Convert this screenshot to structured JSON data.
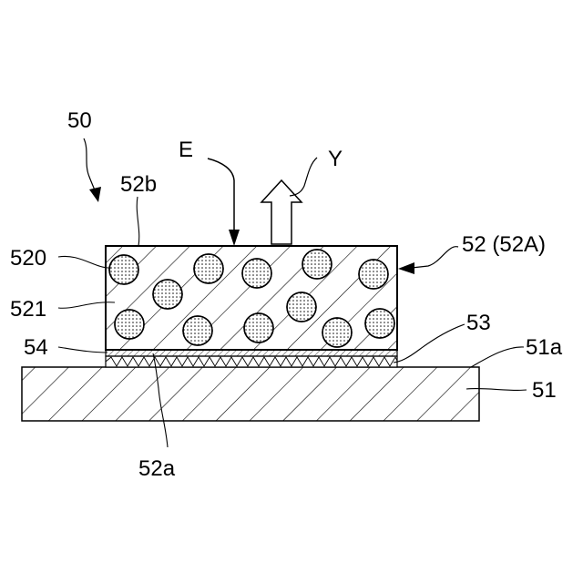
{
  "labels": {
    "device": "50",
    "incident": "E",
    "emitted": "Y",
    "top_surface": "52b",
    "layer": "52 (52A)",
    "particles": "520",
    "matrix": "521",
    "bottom_surface": "52a",
    "film_upper": "53",
    "film_lower": "54",
    "substrate": "51",
    "substrate_surface": "51a"
  }
}
